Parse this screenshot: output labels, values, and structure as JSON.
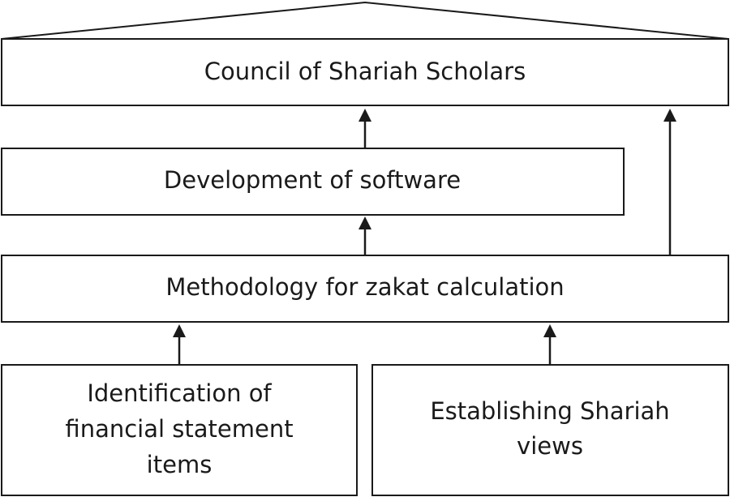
{
  "diagram": {
    "council_label": "Council of Shariah Scholars",
    "software_label": "Development of software",
    "methodology_label": "Methodology for zakat calculation",
    "identification_lines": [
      "Identification of",
      "financial statement",
      "items"
    ],
    "establishing_lines": [
      "Establishing Shariah",
      "views"
    ]
  }
}
